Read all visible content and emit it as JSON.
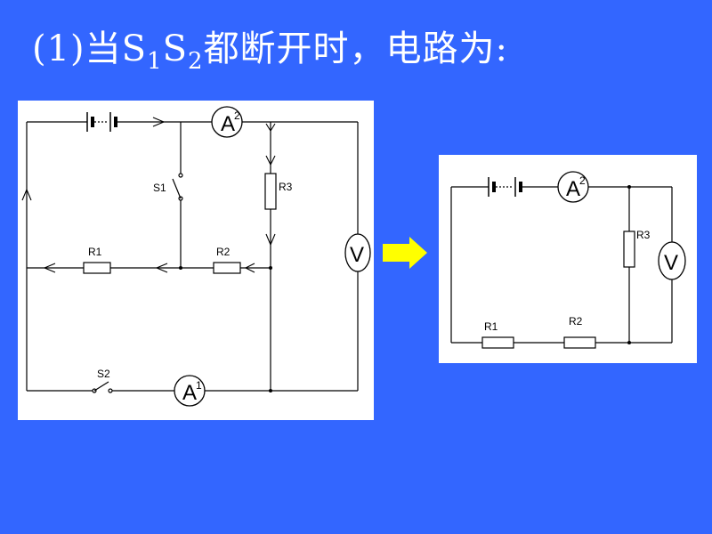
{
  "title": {
    "prefix": "(1)当S",
    "sub1": "1",
    "mid": "S",
    "sub2": "2",
    "suffix": "都断开时，电路为:"
  },
  "left_circuit": {
    "labels": {
      "s1": "S1",
      "s2": "S2",
      "r1": "R1",
      "r2": "R2",
      "r3": "R3",
      "a2": "A",
      "a2_sub": "2",
      "a1": "A",
      "a1_sub": "1",
      "v": "V"
    }
  },
  "right_circuit": {
    "labels": {
      "r1": "R1",
      "r2": "R2",
      "r3": "R3",
      "a2": "A",
      "a2_sub": "2",
      "v": "V"
    }
  },
  "colors": {
    "background": "#3366ff",
    "arrow": "#ffff00",
    "wire": "#000000"
  }
}
